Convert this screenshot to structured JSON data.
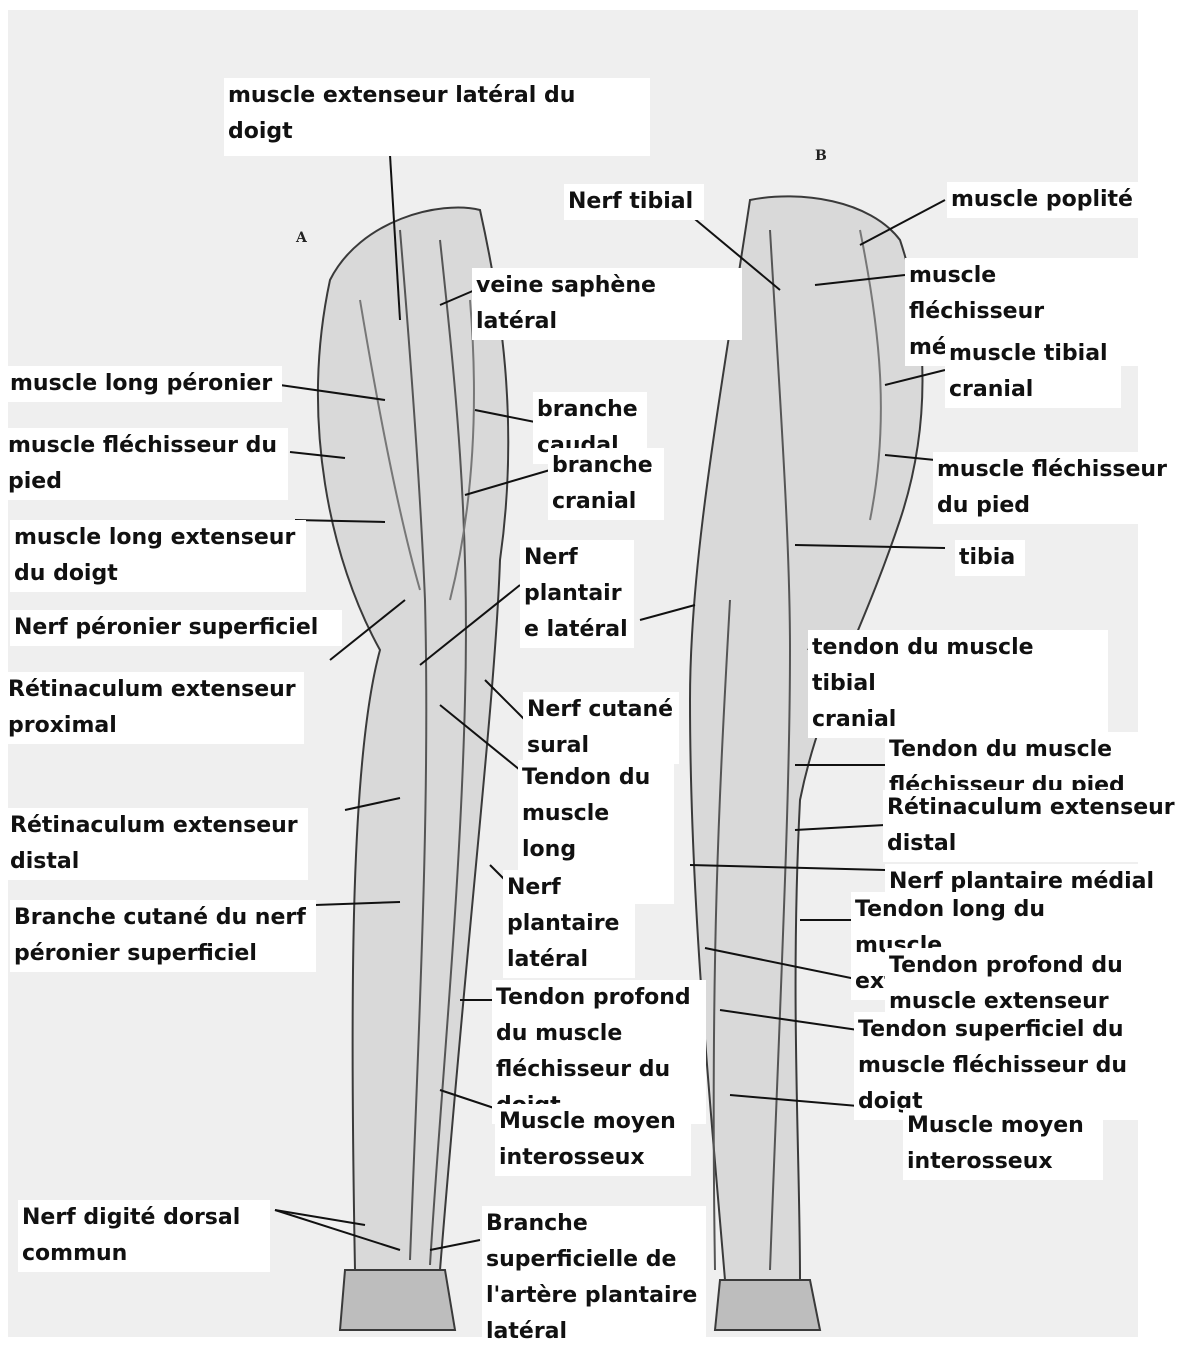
{
  "colors": {
    "paper": "#efefef",
    "label_bg": "#ffffff",
    "ink": "#1a1a1a",
    "bone": "#d6d6d6"
  },
  "views": {
    "a": "A",
    "b": "B"
  },
  "labels": {
    "extenseur_lateral": "muscle extenseur latéral du doigt",
    "veine_saphene": "veine saphène latéral",
    "nerf_tibial": "Nerf tibial",
    "muscle_poplite": "muscle poplité",
    "flechisseur_medial": "muscle fléchisseur\nmédial du doigt",
    "tibial_cranial_b": "muscle tibial\ncranial",
    "long_peronier": "muscle long péronier",
    "flechisseur_pied_a": "muscle fléchisseur du\npied",
    "branche_caudal": "branche\ncaudal",
    "branche_cranial": "branche\ncranial",
    "flechisseur_pied_b": "muscle fléchisseur\ndu pied",
    "long_extenseur": "muscle long extenseur\ndu doigt",
    "tibia": "tibia",
    "nerf_plantaire_lat_1": "Nerf\nplantair\ne latéral",
    "peronier_superficiel": "Nerf péronier superficiel",
    "tendon_tibial_cranial": "tendon du muscle tibial\ncranial",
    "retinaculum_proximal": "Rétinaculum extenseur\nproximal",
    "nerf_cutane_sural": "Nerf cutané\nsural",
    "tendon_flechisseur_pied": "Tendon du muscle\nfléchisseur du pied",
    "tendon_long_peronier": "Tendon du\nmuscle long\npéronier",
    "retinaculum_distal_b": "Rétinaculum extenseur\ndistal",
    "retinaculum_distal_a": "Rétinaculum extenseur\ndistal",
    "nerf_plantaire_medial": "Nerf plantaire médial",
    "nerf_plantaire_lat_2": "Nerf\nplantaire\nlatéral",
    "tendon_long_extenseur": "Tendon long du muscle\nextenseur du doigt",
    "branche_cutane": "Branche cutané du nerf\npéronier superficiel",
    "tendon_profond_extenseur": "Tendon profond du\nmuscle extenseur du",
    "tendon_profond_flechisseur": "Tendon profond\ndu muscle\nfléchisseur du\ndoigt",
    "tendon_superficiel": "Tendon superficiel du\nmuscle fléchisseur du doigt",
    "moyen_interosseux_a": "Muscle moyen\ninterosseux",
    "moyen_interosseux_b": "Muscle moyen\ninterosseux",
    "nerf_digite": "Nerf digité dorsal\ncommun",
    "branche_superficielle": "Branche\nsuperficielle de\nl'artère plantaire\nlatéral"
  }
}
